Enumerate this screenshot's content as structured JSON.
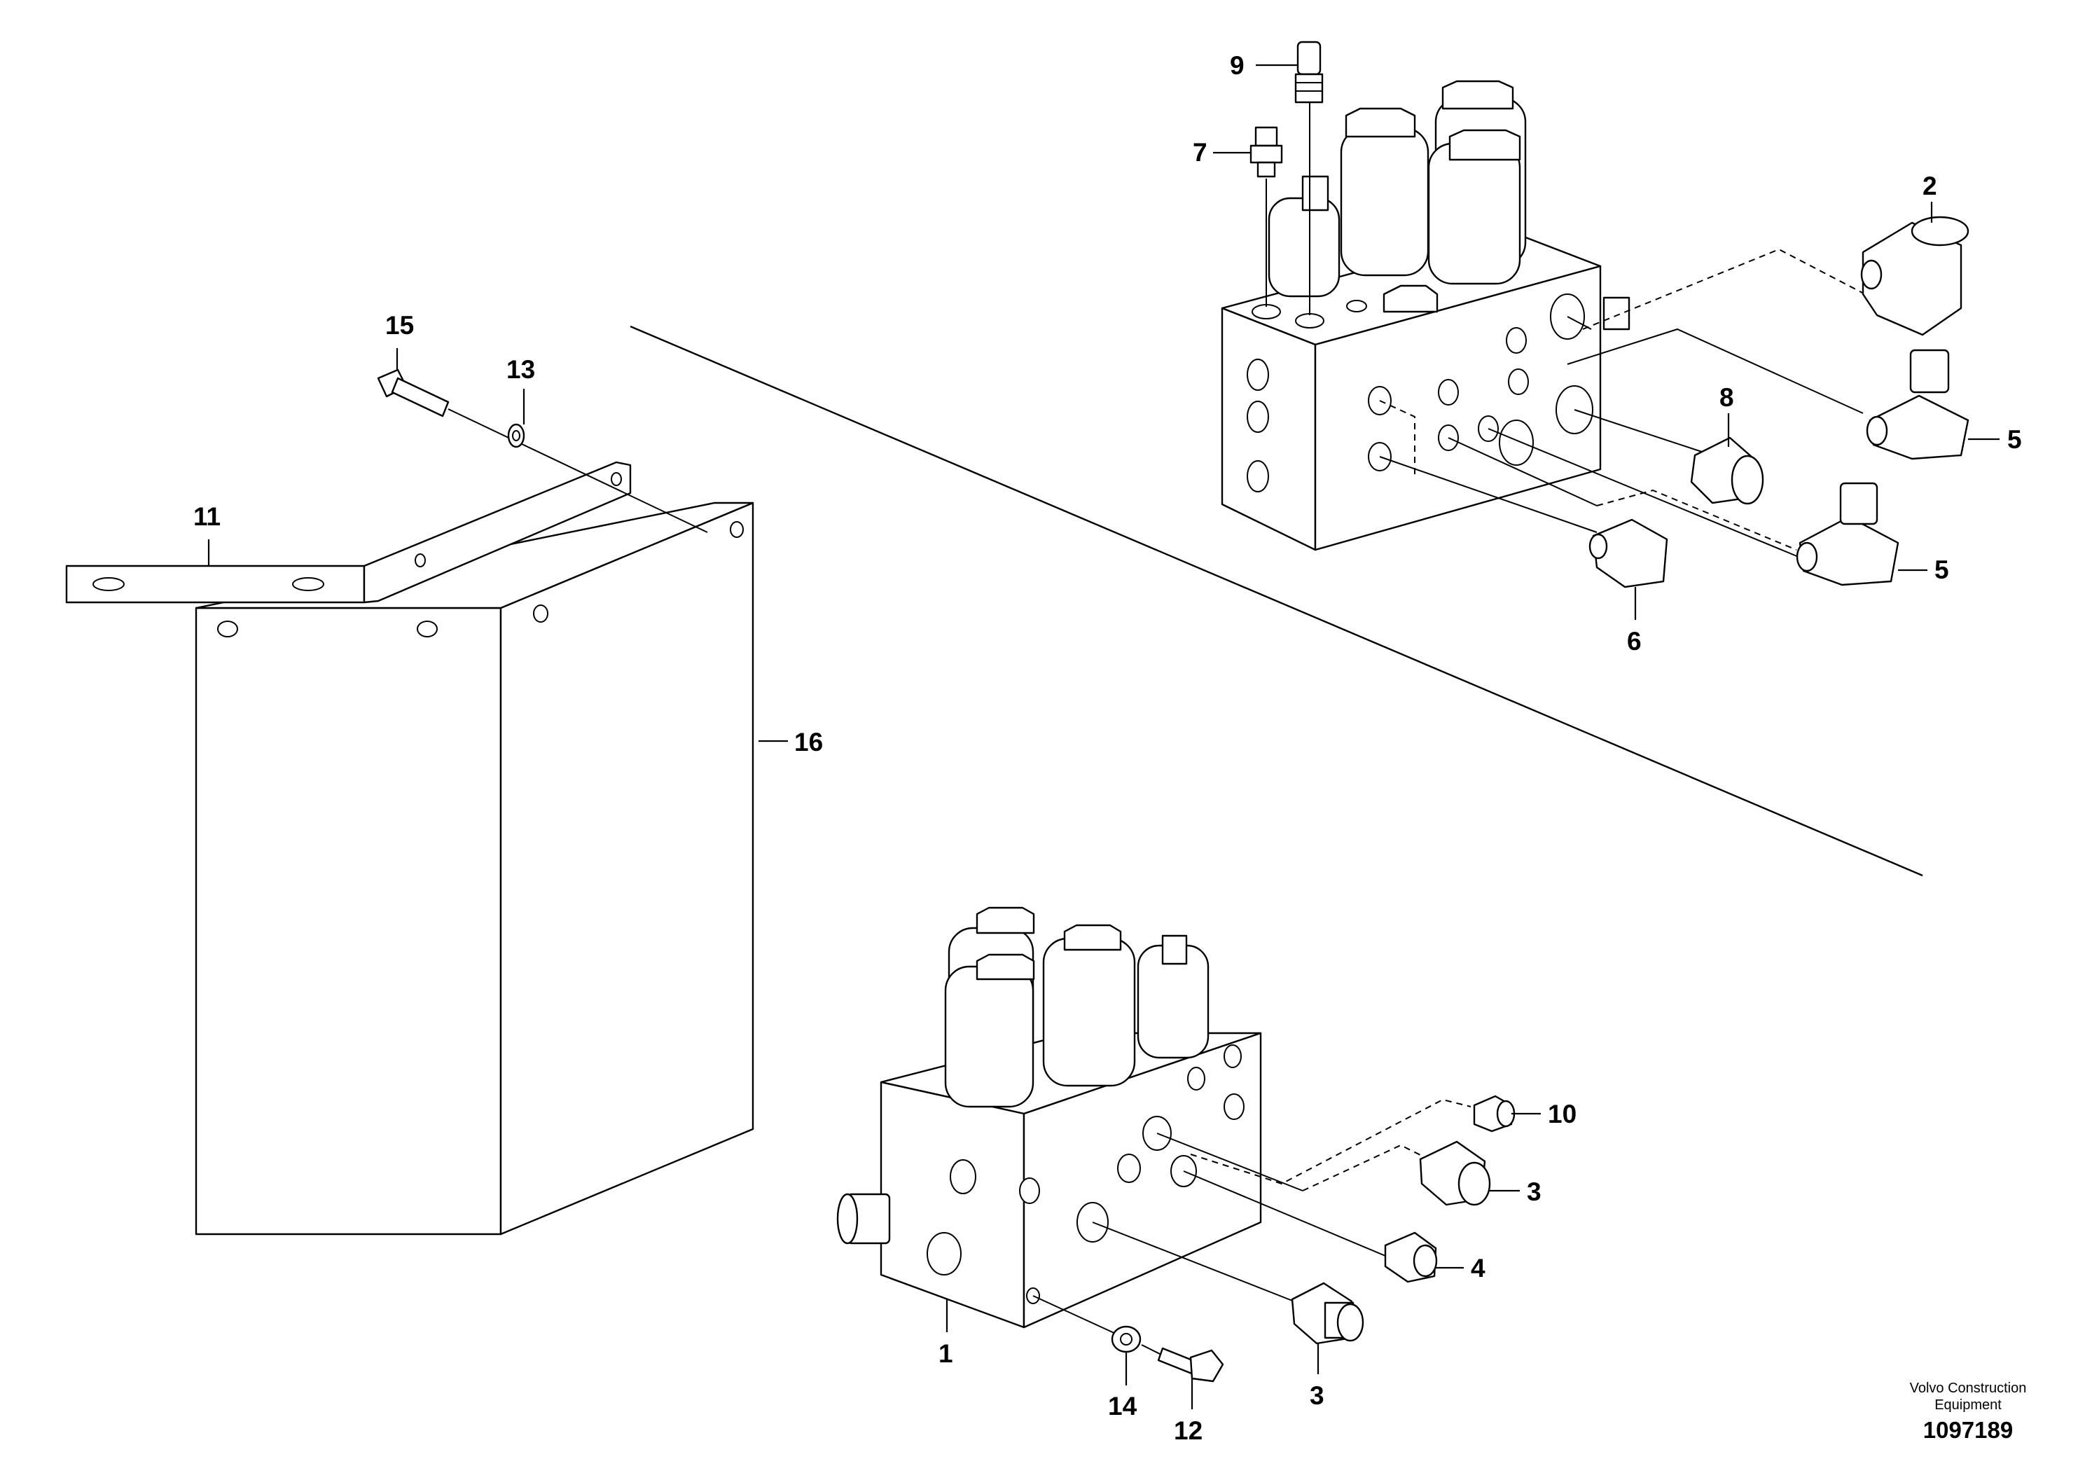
{
  "callouts": {
    "c1": "1",
    "c2": "2",
    "c3a": "3",
    "c3b": "3",
    "c4": "4",
    "c5a": "5",
    "c5b": "5",
    "c6": "6",
    "c7": "7",
    "c8": "8",
    "c9": "9",
    "c10": "10",
    "c11": "11",
    "c12": "12",
    "c13": "13",
    "c14": "14",
    "c15": "15",
    "c16": "16"
  },
  "footer": {
    "brand_line1": "Volvo Construction",
    "brand_line2": "Equipment",
    "document_number": "1097189"
  }
}
